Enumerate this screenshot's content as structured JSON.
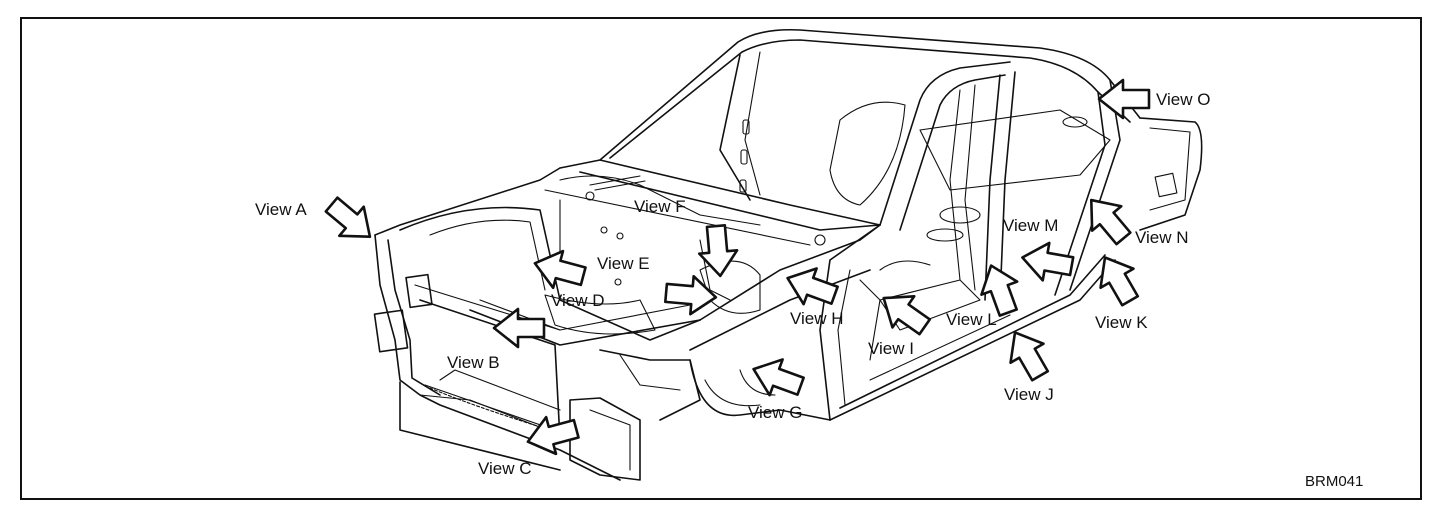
{
  "figure_code": "BRM041",
  "views": [
    {
      "id": "view-a",
      "label": "View A"
    },
    {
      "id": "view-b",
      "label": "View B"
    },
    {
      "id": "view-c",
      "label": "View C"
    },
    {
      "id": "view-d",
      "label": "View D"
    },
    {
      "id": "view-e",
      "label": "View E"
    },
    {
      "id": "view-f",
      "label": "View F"
    },
    {
      "id": "view-g",
      "label": "View G"
    },
    {
      "id": "view-h",
      "label": "View H"
    },
    {
      "id": "view-i",
      "label": "View I"
    },
    {
      "id": "view-j",
      "label": "View J"
    },
    {
      "id": "view-k",
      "label": "View K"
    },
    {
      "id": "view-l",
      "label": "View L"
    },
    {
      "id": "view-m",
      "label": "View M"
    },
    {
      "id": "view-n",
      "label": "View N"
    },
    {
      "id": "view-o",
      "label": "View O"
    }
  ]
}
